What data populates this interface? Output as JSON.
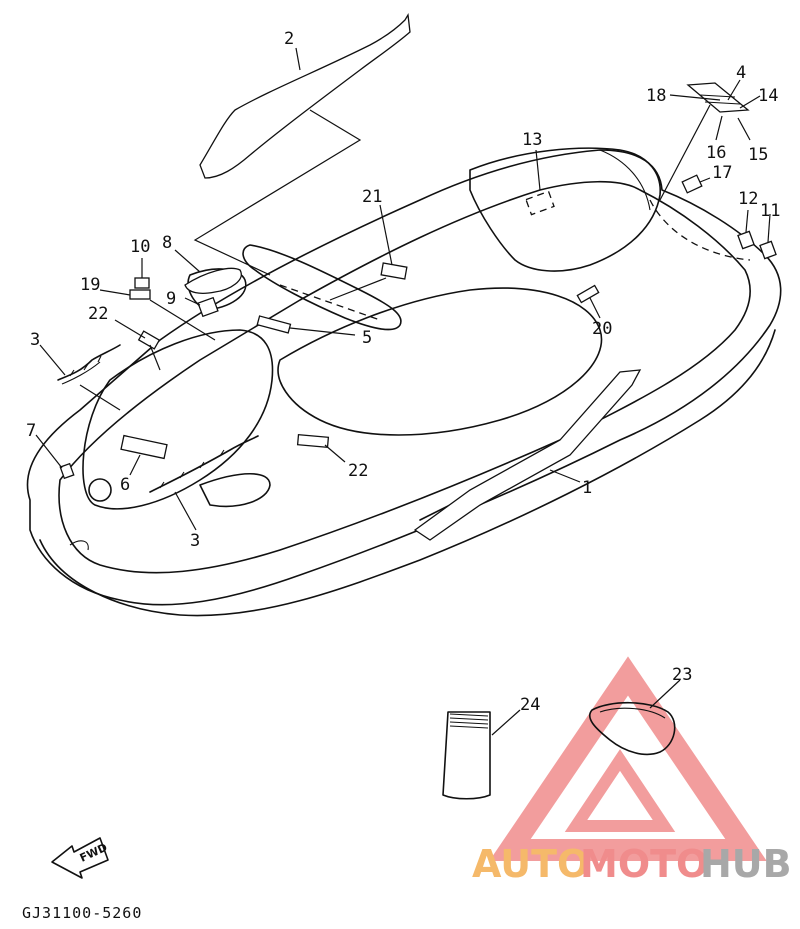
{
  "diagram": {
    "callouts": {
      "c1": "1",
      "c2": "2",
      "c3a": "3",
      "c3b": "3",
      "c4": "4",
      "c5": "5",
      "c6": "6",
      "c7": "7",
      "c8": "8",
      "c9": "9",
      "c10": "10",
      "c11": "11",
      "c12": "12",
      "c13": "13",
      "c14": "14",
      "c15": "15",
      "c16": "16",
      "c17": "17",
      "c18": "18",
      "c19": "19",
      "c20": "20",
      "c21": "21",
      "c22a": "22",
      "c22b": "22",
      "c23": "23",
      "c24": "24"
    },
    "fwd_label": "FWD",
    "part_code": "GJ31100-5260"
  },
  "watermark": {
    "text_auto": "AUTO",
    "text_moto": "MOTO",
    "text_hub": "HUB",
    "colors": {
      "auto": "#f5b96a",
      "moto": "#f08c8c",
      "hub": "#a8a8a8",
      "triangle": "#f08c8c"
    }
  }
}
